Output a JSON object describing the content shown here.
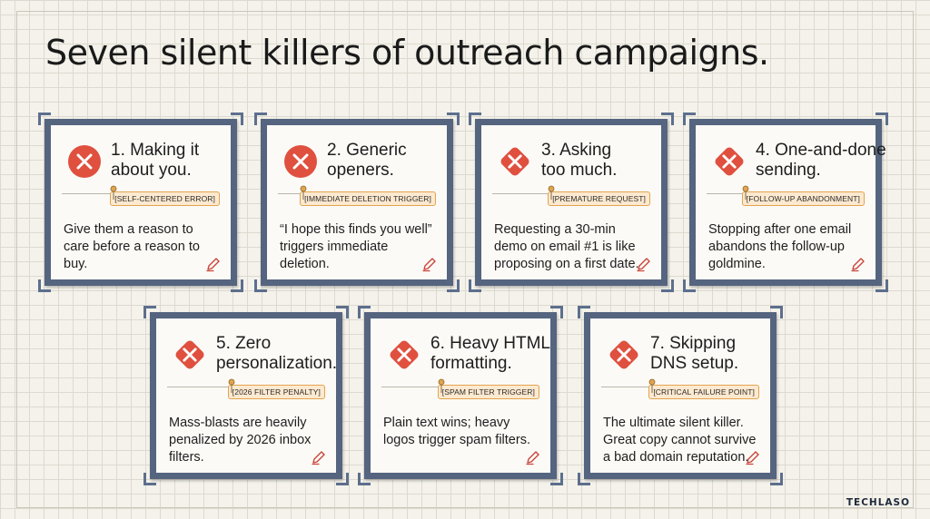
{
  "page": {
    "title": "Seven silent killers of outreach campaigns."
  },
  "colors": {
    "card_border": "#55647f",
    "icon_red": "#e0503f",
    "tag_fill": "#fde9cf",
    "tag_border": "#e3a34e"
  },
  "cards": [
    {
      "title": "1. Making it about you.",
      "tag": "[SELF-CENTERED ERROR]",
      "body": "Give them a reason to care before a reason to buy.",
      "icon": "x-circle-icon"
    },
    {
      "title": "2. Generic openers.",
      "tag": "[IMMEDIATE DELETION TRIGGER]",
      "body": "“I hope this finds you well” triggers immediate deletion.",
      "icon": "x-circle-icon"
    },
    {
      "title": "3. Asking too much.",
      "tag": "[PREMATURE REQUEST]",
      "body": "Requesting a 30-min demo on email #1 is like proposing on a first date.",
      "icon": "x-diamond-icon"
    },
    {
      "title": "4. One-and-done sending.",
      "tag": "[FOLLOW-UP ABANDONMENT]",
      "body": "Stopping after one email abandons the follow-up goldmine.",
      "icon": "x-diamond-icon"
    },
    {
      "title": "5. Zero personalization.",
      "tag": "[2026 FILTER PENALTY]",
      "body": "Mass-blasts are heavily penalized by 2026 inbox filters.",
      "icon": "x-diamond-icon"
    },
    {
      "title": "6. Heavy HTML formatting.",
      "tag": "[SPAM FILTER TRIGGER]",
      "body": "Plain text wins; heavy logos trigger spam filters.",
      "icon": "x-diamond-icon"
    },
    {
      "title": "7. Skipping DNS setup.",
      "tag": "[CRITICAL FAILURE POINT]",
      "body": "The ultimate silent killer. Great copy cannot survive a bad domain reputation.",
      "icon": "x-diamond-icon"
    }
  ],
  "brand": {
    "logo_text": "TECHLASO"
  }
}
